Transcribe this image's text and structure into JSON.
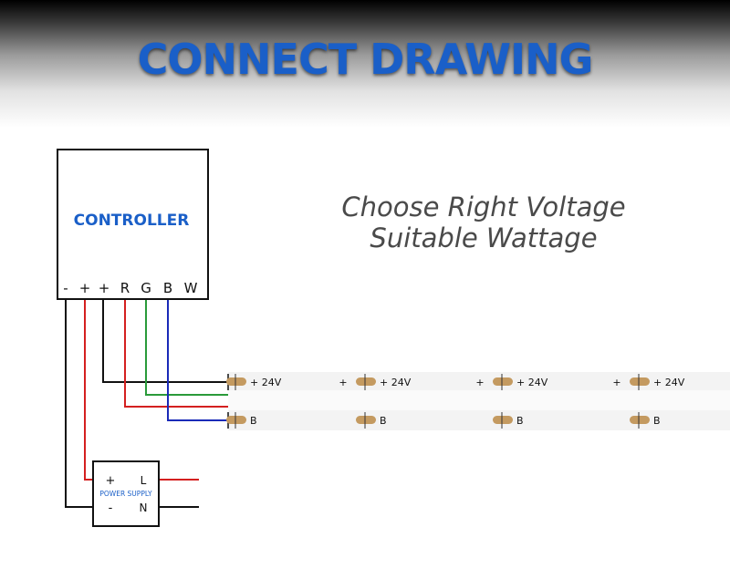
{
  "title": "CONNECT DRAWING",
  "tagline": {
    "line1": "Choose Right Voltage",
    "line2": "Suitable Wattage"
  },
  "controller": {
    "label": "CONTROLLER",
    "terminals": [
      "-",
      "+",
      "+",
      "R",
      "G",
      "B",
      "W"
    ]
  },
  "power_supply": {
    "label": "POWER SUPPLY",
    "plus": "+",
    "minus": "-",
    "live": "L",
    "neutral": "N"
  },
  "strip": {
    "plus_sign": "+",
    "positive_label": "+ 24V",
    "blue_label": "B"
  },
  "colors": {
    "wire_red": "#d42020",
    "wire_green": "#2a9a3a",
    "wire_blue": "#1a2ab8",
    "wire_black": "#111111",
    "title_blue": "#1a5fc8",
    "label_blue": "#1a5fc8",
    "pad": "#c49a60"
  }
}
